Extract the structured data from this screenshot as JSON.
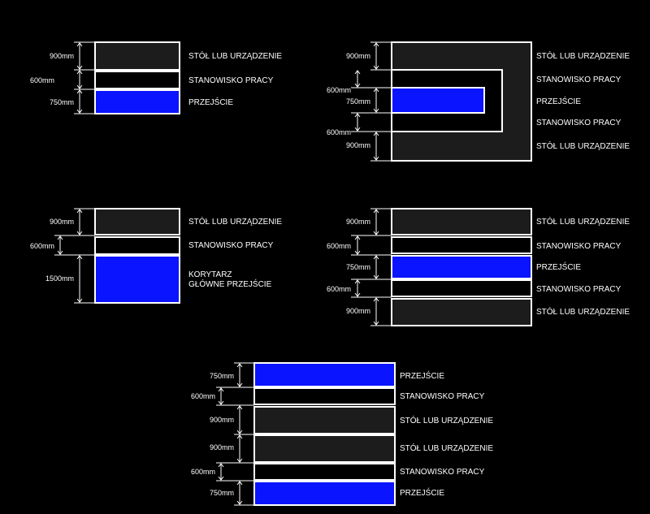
{
  "labels": {
    "table": "STÓŁ LUB URZĄDZENIE",
    "work": "STANOWISKO PRACY",
    "pass": "PRZEJŚCIE",
    "corridor_line1": "KORYTARZ",
    "corridor_line2": "GŁÓWNE PRZEJŚCIE"
  },
  "dims": {
    "table": "900mm",
    "work": "600mm",
    "pass": "750mm",
    "corridor": "1500mm"
  },
  "colors": {
    "background": "#000000",
    "table": "#1c1c1c",
    "passage": "#0a14ff",
    "line": "#ffffff"
  }
}
